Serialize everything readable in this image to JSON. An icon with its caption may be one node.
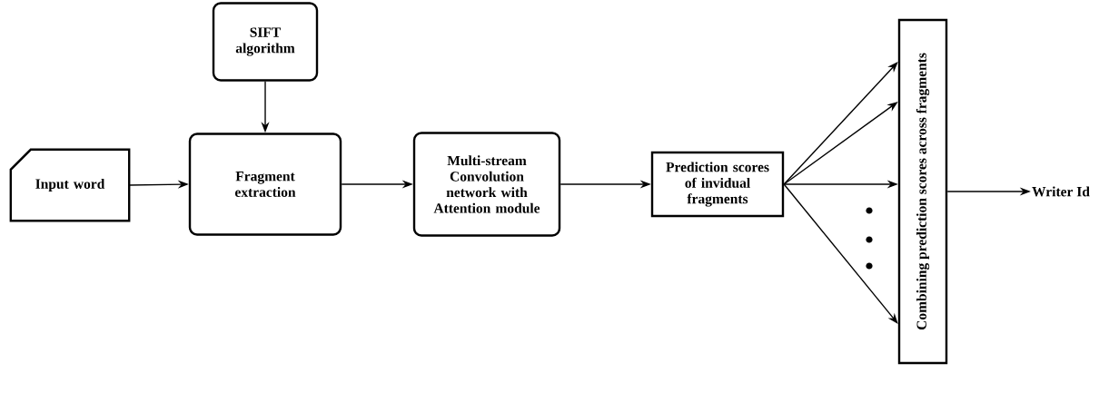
{
  "diagram": {
    "nodes": [
      {
        "text": [
          "Input word"
        ]
      },
      {
        "text": [
          "SIFT algorithm"
        ]
      },
      {
        "text": [
          "Fragment extraction"
        ]
      },
      {
        "text": [
          "Multi-stream Convolution network with Attention module"
        ]
      },
      {
        "text": [
          "Prediction scores of invidual fragments"
        ]
      },
      {
        "text": [
          "Combining prediction scores across  fragments"
        ]
      },
      {
        "text": [
          "Writer Id"
        ]
      }
    ],
    "edges": [
      {
        "from": 0,
        "to": 2,
        "arrow": "to"
      },
      {
        "from": 1,
        "to": 2,
        "arrow": "to"
      },
      {
        "from": 2,
        "to": 3,
        "arrow": "to"
      },
      {
        "from": 3,
        "to": 4,
        "arrow": "to"
      },
      {
        "from": 4,
        "to": 5,
        "arrow": "to"
      },
      {
        "from": 4,
        "to": 5,
        "arrow": "to"
      },
      {
        "from": 4,
        "to": 5,
        "arrow": "to"
      },
      {
        "from": 4,
        "to": 5,
        "arrow": "to"
      },
      {
        "from": 5,
        "to": 6,
        "arrow": "to"
      }
    ]
  }
}
